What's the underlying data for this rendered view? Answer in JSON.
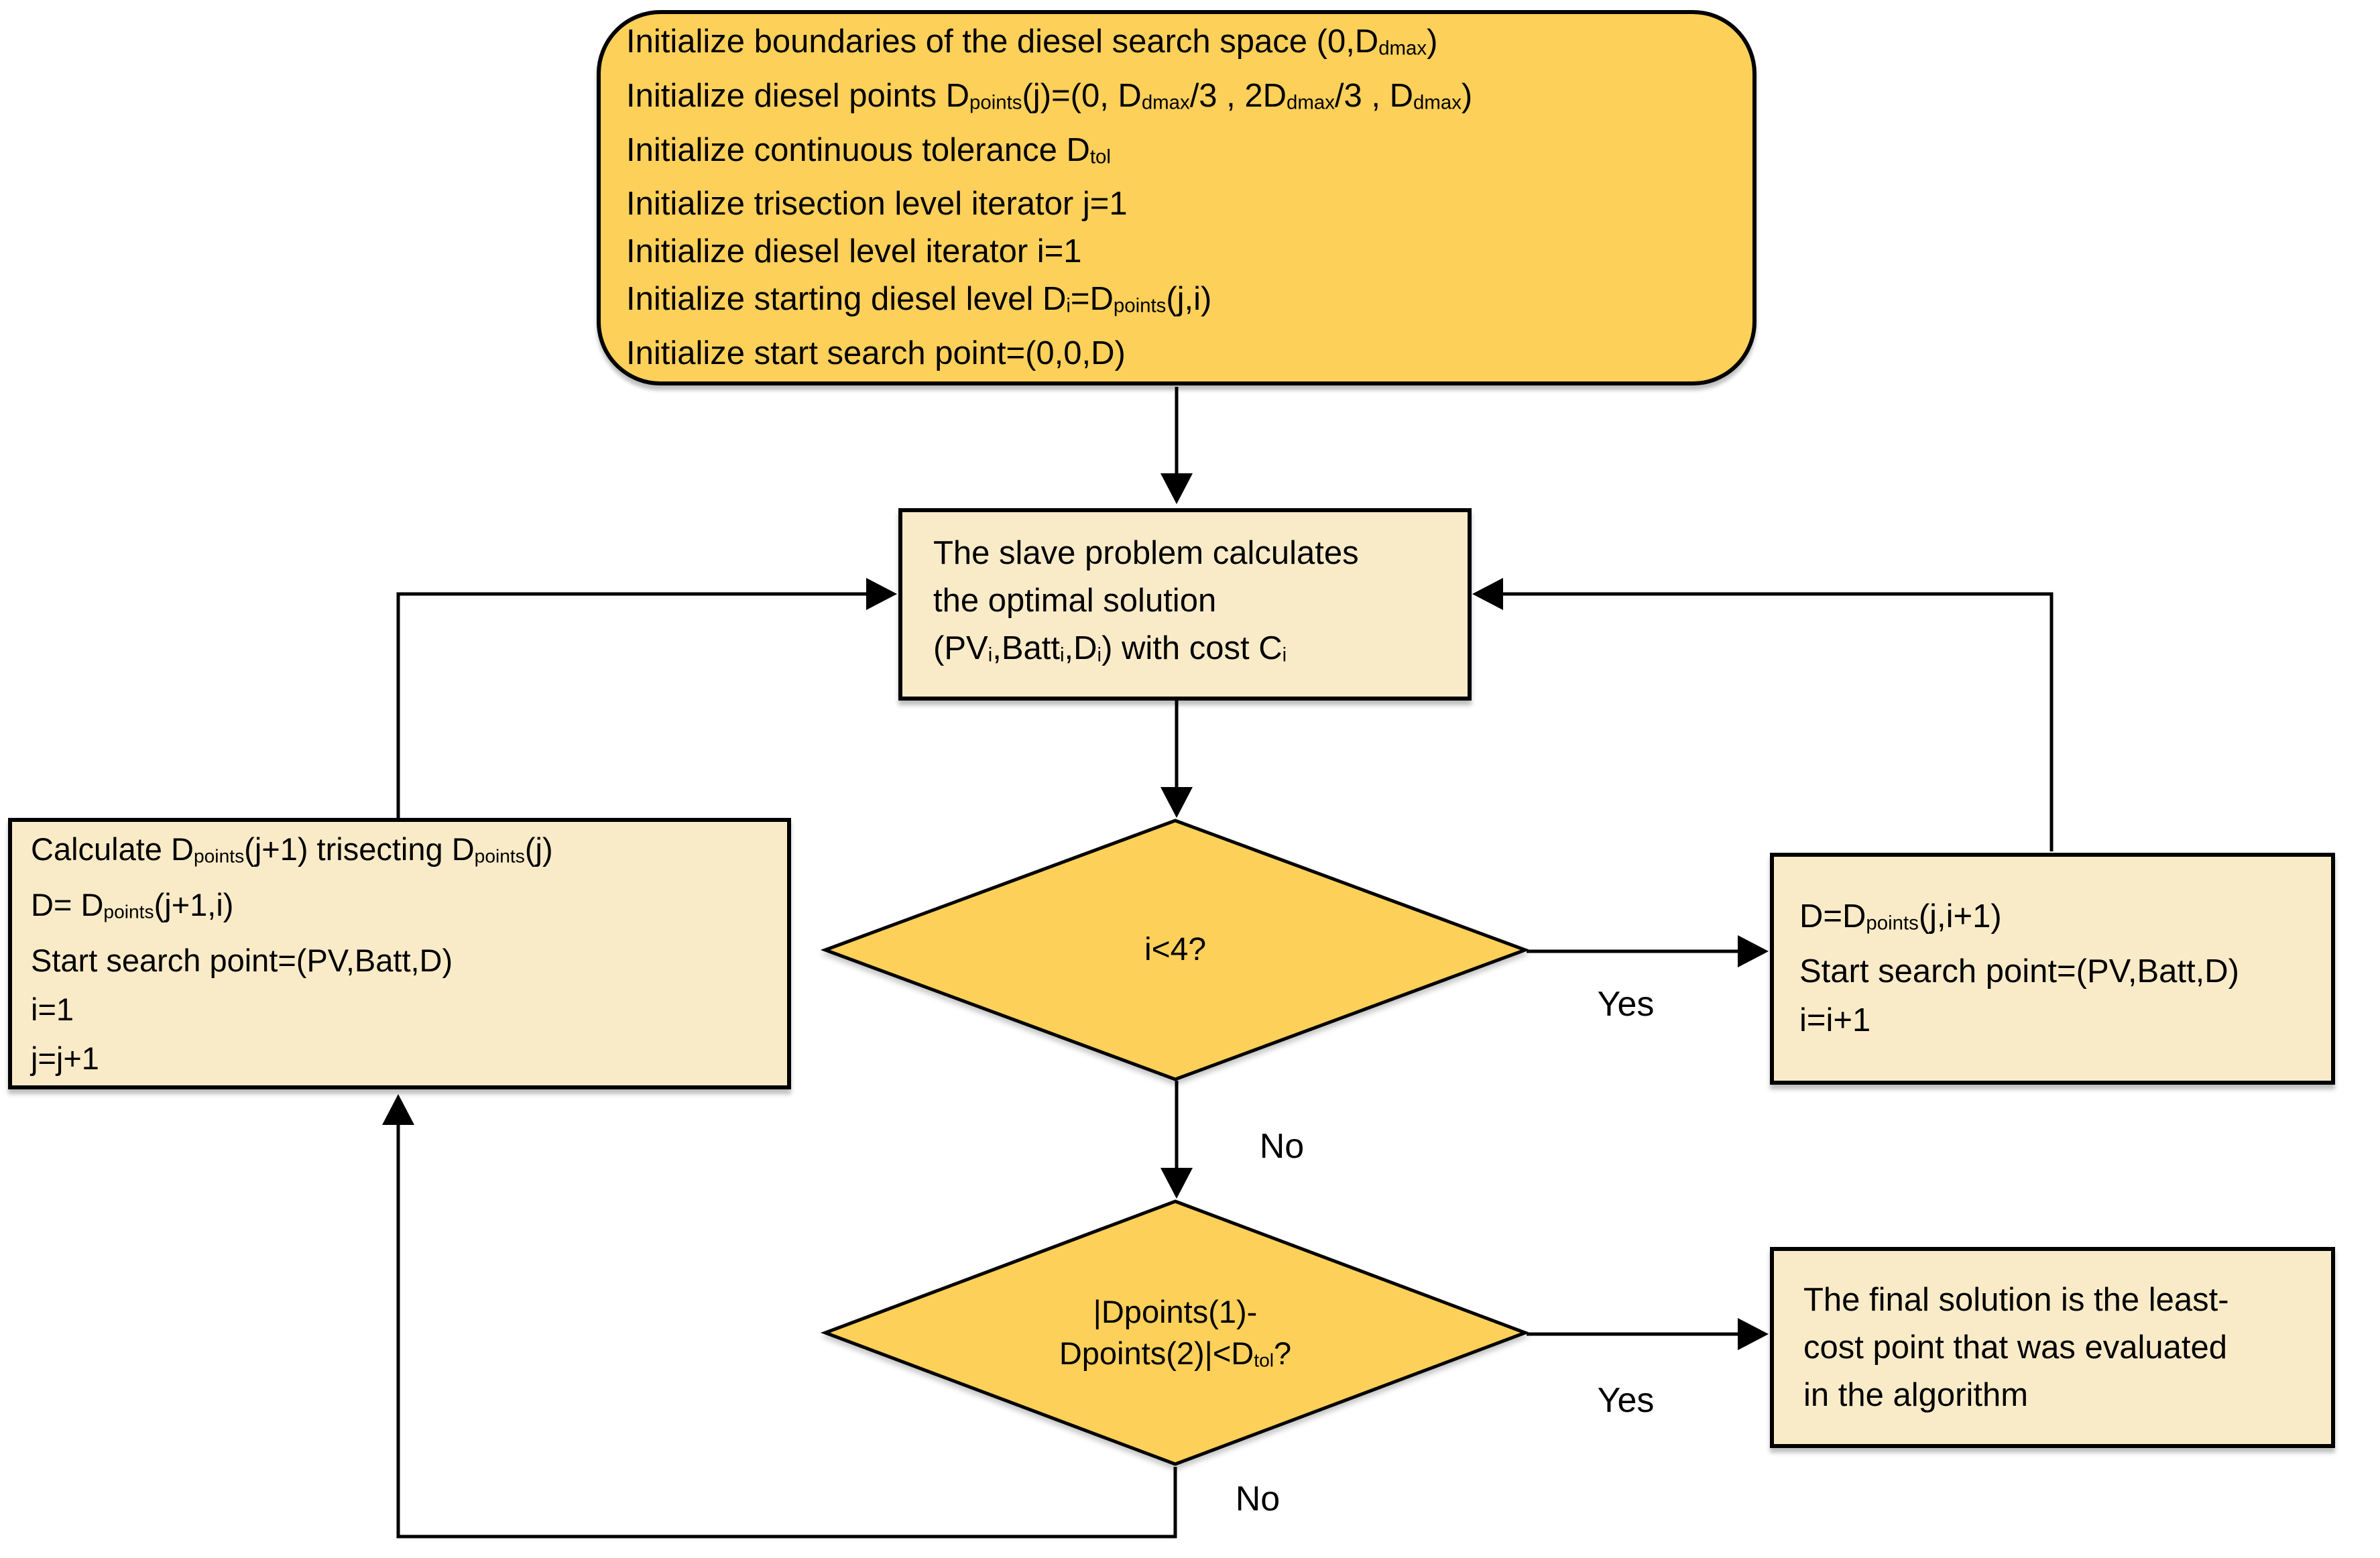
{
  "palette": {
    "node_orange": "#FDD05A",
    "node_cream": "#FAEBC8",
    "stroke": "#000000",
    "background": "#FFFFFF"
  },
  "nodes": {
    "start": {
      "lines": [
        [
          [
            "t",
            "Initialize boundaries of the diesel search space (0,D"
          ],
          [
            "s",
            "dmax"
          ],
          [
            "t",
            ")"
          ]
        ],
        [
          [
            "t",
            "Initialize diesel points D"
          ],
          [
            "s",
            "points"
          ],
          [
            "t",
            "(j)=(0, D"
          ],
          [
            "s",
            "dmax"
          ],
          [
            "t",
            "/3 , 2D"
          ],
          [
            "s",
            "dmax"
          ],
          [
            "t",
            "/3 , D"
          ],
          [
            "s",
            "dmax"
          ],
          [
            "t",
            ")"
          ]
        ],
        [
          [
            "t",
            "Initialize continuous tolerance D"
          ],
          [
            "s",
            "tol"
          ]
        ],
        [
          [
            "t",
            "Initialize trisection level iterator j=1"
          ]
        ],
        [
          [
            "t",
            "Initialize diesel level iterator i=1"
          ]
        ],
        [
          [
            "t",
            "Initialize starting diesel level D"
          ],
          [
            "s",
            "i"
          ],
          [
            "t",
            "=D"
          ],
          [
            "s",
            "points"
          ],
          [
            "t",
            "(j,i)"
          ]
        ],
        [
          [
            "t",
            "Initialize start search point=(0,0,D)"
          ]
        ]
      ]
    },
    "slave": {
      "lines": [
        [
          [
            "t",
            "The slave problem calculates"
          ]
        ],
        [
          [
            "t",
            "the optimal solution"
          ]
        ],
        [
          [
            "t",
            "(PV"
          ],
          [
            "s",
            "i"
          ],
          [
            "t",
            ",Batt"
          ],
          [
            "s",
            "i"
          ],
          [
            "t",
            ",D"
          ],
          [
            "s",
            "i"
          ],
          [
            "t",
            ") with cost C"
          ],
          [
            "s",
            "i"
          ]
        ]
      ]
    },
    "decision_i4": {
      "lines": [
        [
          [
            "t",
            "i<4?"
          ]
        ]
      ]
    },
    "increment": {
      "lines": [
        [
          [
            "t",
            "D=D"
          ],
          [
            "s",
            "points"
          ],
          [
            "t",
            "(j,i+1)"
          ]
        ],
        [
          [
            "t",
            "Start search point=(PV,Batt,D)"
          ]
        ],
        [
          [
            "t",
            "i=i+1"
          ]
        ]
      ]
    },
    "trisect": {
      "lines": [
        [
          [
            "t",
            "Calculate D"
          ],
          [
            "s",
            "points"
          ],
          [
            "t",
            "(j+1) trisecting D"
          ],
          [
            "s",
            "points"
          ],
          [
            "t",
            "(j)"
          ]
        ],
        [
          [
            "t",
            "D= D"
          ],
          [
            "s",
            "points"
          ],
          [
            "t",
            "(j+1,i)"
          ]
        ],
        [
          [
            "t",
            "Start search point=(PV,Batt,D)"
          ]
        ],
        [
          [
            "t",
            "i=1"
          ]
        ],
        [
          [
            "t",
            "j=j+1"
          ]
        ]
      ]
    },
    "decision_tol": {
      "lines": [
        [
          [
            "t",
            "|Dpoints(1)-"
          ]
        ],
        [
          [
            "t",
            "Dpoints(2)|<D"
          ],
          [
            "s",
            "tol"
          ],
          [
            "t",
            "?"
          ]
        ]
      ]
    },
    "final": {
      "lines": [
        [
          [
            "t",
            "The final solution is the least-"
          ]
        ],
        [
          [
            "t",
            "cost point that was evaluated"
          ]
        ],
        [
          [
            "t",
            "in the algorithm"
          ]
        ]
      ]
    }
  },
  "edge_labels": {
    "yes1": "Yes",
    "no1": "No",
    "yes2": "Yes",
    "no2": "No"
  }
}
